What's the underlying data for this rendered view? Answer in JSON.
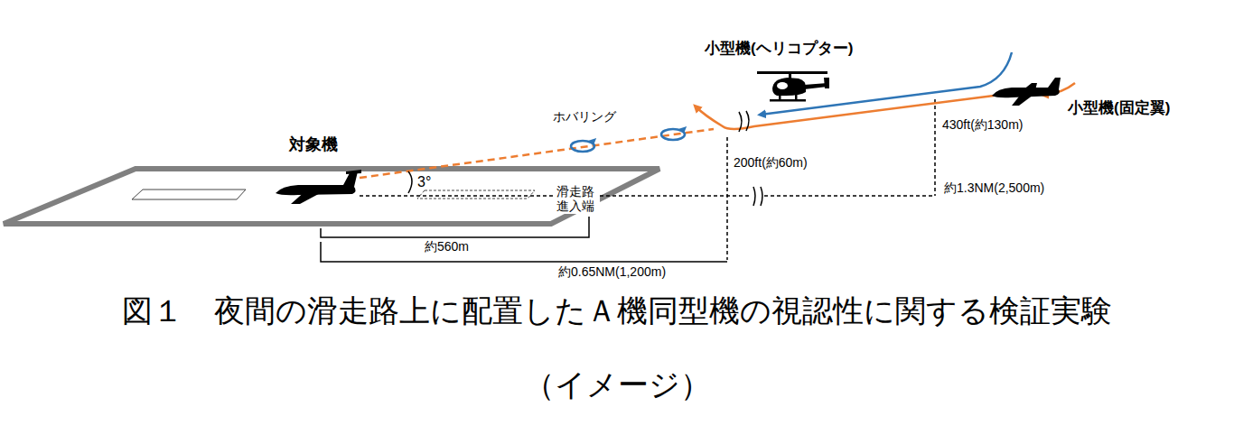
{
  "diagram": {
    "caption": "図１　夜間の滑走路上に配置したＡ機同型機の視認性に関する検証実験 （イメージ）",
    "labels": [
      "小型機(ヘリコプター)",
      "小型機(固定翼)",
      "ホバリング",
      "対象機",
      "3°",
      "430ft(約130m)",
      "200ft(約60m)",
      "滑走路 進入端",
      "約1.3NM(2,500m)",
      "約560m",
      "約0.65NM(1,200m)"
    ]
  }
}
